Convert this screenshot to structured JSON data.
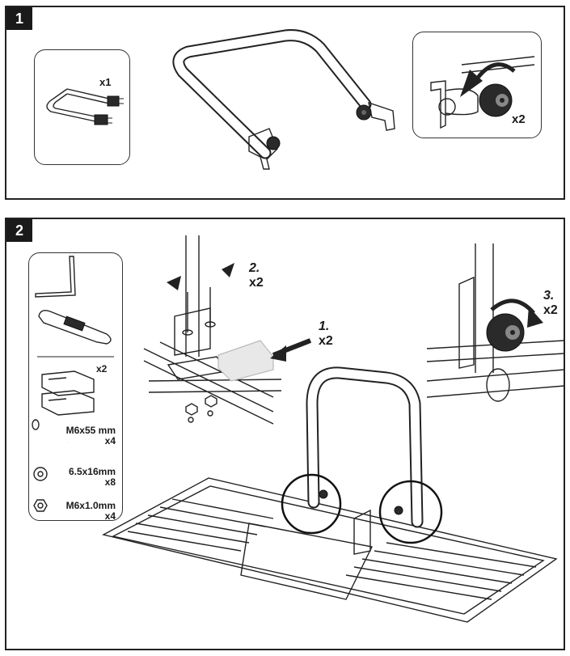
{
  "steps": [
    {
      "number": "1",
      "inset_left": {
        "quantity": "x1"
      },
      "inset_right": {
        "quantity": "x2"
      }
    },
    {
      "number": "2",
      "parts": [
        {
          "quantity": "x2"
        },
        {
          "name": "M6x55 mm",
          "quantity": "x4"
        },
        {
          "name": "6.5x16mm",
          "quantity": "x8"
        },
        {
          "name": "M6x1.0mm",
          "quantity": "x4"
        }
      ],
      "callouts": [
        {
          "step": "1.",
          "quantity": "x2"
        },
        {
          "step": "2.",
          "quantity": "x2"
        },
        {
          "step": "3.",
          "quantity": "x2"
        }
      ]
    }
  ]
}
